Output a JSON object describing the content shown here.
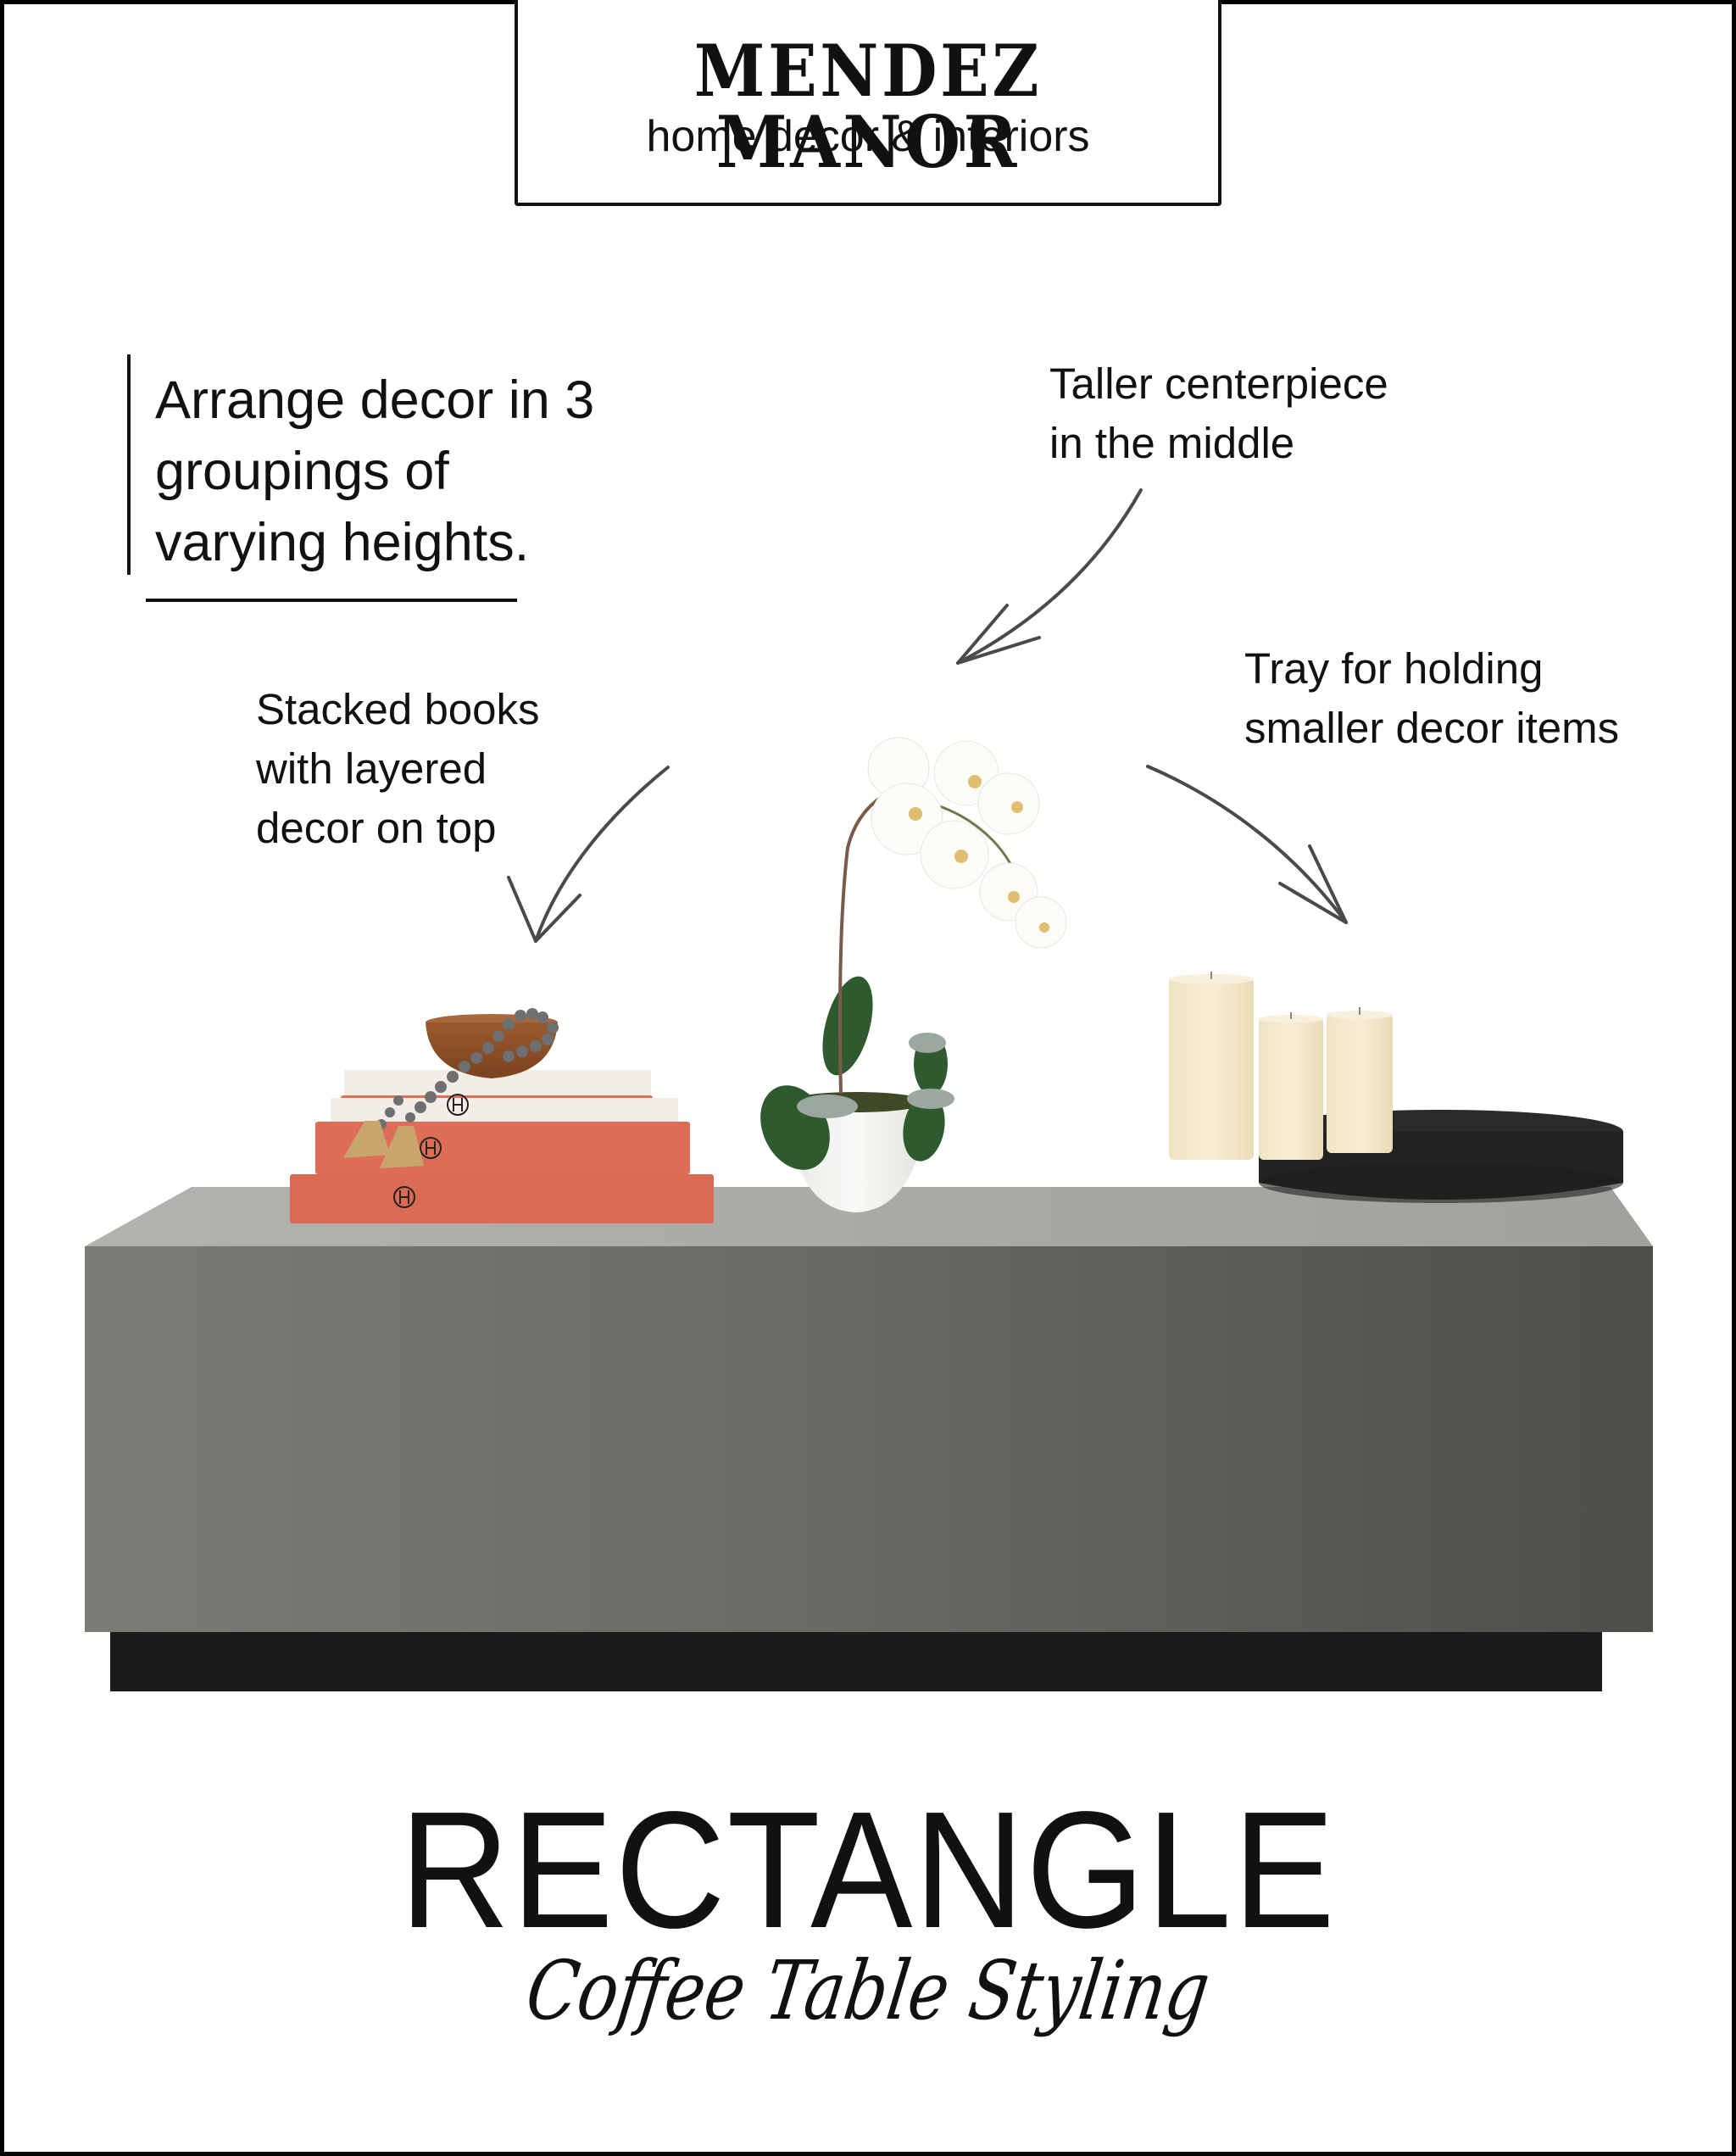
{
  "brand": {
    "name": "MENDEZ MANOR",
    "tagline": "home decor & interiors"
  },
  "tip": {
    "text": "Arrange decor in 3 groupings of varying heights."
  },
  "annotations": {
    "centerpiece": "Taller centerpiece\nin the middle",
    "books": "Stacked books\nwith layered\ndecor on top",
    "tray": "Tray for holding\nsmaller decor items"
  },
  "illustration": {
    "items": [
      {
        "id": "books",
        "label": "Stacked coral books with wood bowl and beaded garland",
        "book_color": "#e0705a",
        "book_count": 3,
        "spine_logo": "H"
      },
      {
        "id": "orchid",
        "label": "White orchid in white bowl",
        "bowl_color": "#f4f4f2"
      },
      {
        "id": "tray",
        "label": "Black round tray with three ivory pillar candles",
        "tray_color": "#222222",
        "candle_color": "#f2e6c8",
        "candle_count": 3
      }
    ],
    "table": {
      "label": "Concrete rectangular block coffee table",
      "top_color": "#a9a8a4",
      "front_color": "#6d6b66",
      "base_color": "#1a1a1c"
    }
  },
  "footer": {
    "title": "RECTANGLE",
    "subtitle": "Coffee Table Styling"
  },
  "colors": {
    "text": "#111111",
    "arrow": "#4a4a4a",
    "border": "#000000",
    "background": "#ffffff"
  }
}
